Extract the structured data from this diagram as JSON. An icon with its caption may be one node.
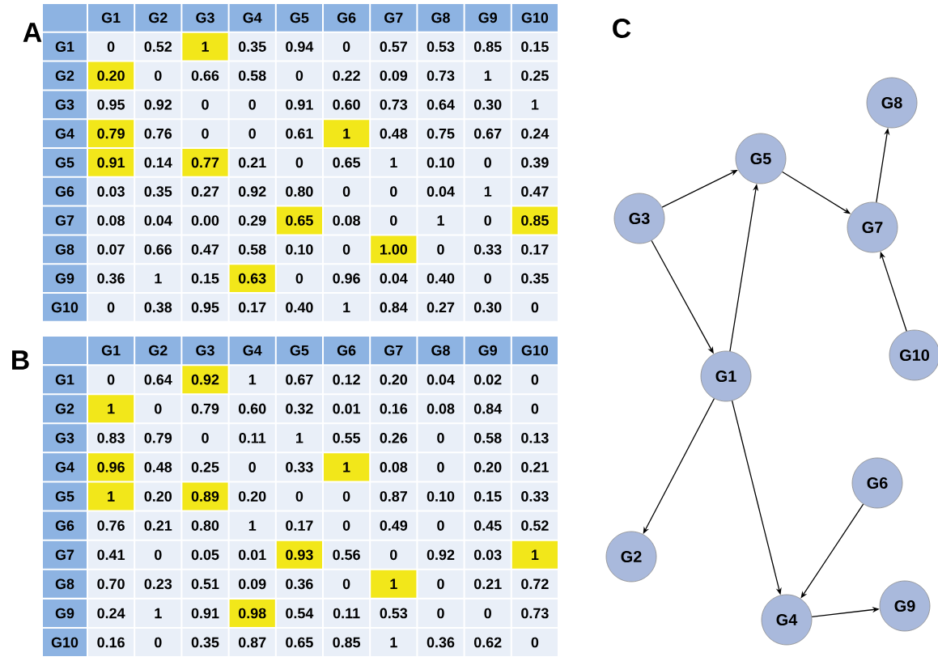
{
  "diagram": {
    "nodes": [
      {
        "text": [
          "G8"
        ]
      },
      {
        "text": [
          "G5"
        ]
      },
      {
        "text": [
          "G3"
        ]
      },
      {
        "text": [
          "G7"
        ]
      },
      {
        "text": [
          "G10"
        ]
      },
      {
        "text": [
          "G1"
        ]
      },
      {
        "text": [
          "G6"
        ]
      },
      {
        "text": [
          "G2"
        ]
      },
      {
        "text": [
          "G9"
        ]
      },
      {
        "text": [
          "G4"
        ]
      }
    ],
    "edges": [
      {
        "from": 2,
        "to": 1,
        "arrow": "to"
      },
      {
        "from": 1,
        "to": 3,
        "arrow": "to"
      },
      {
        "from": 3,
        "to": 0,
        "arrow": "to"
      },
      {
        "from": 4,
        "to": 3,
        "arrow": "to"
      },
      {
        "from": 2,
        "to": 5,
        "arrow": "to"
      },
      {
        "from": 5,
        "to": 1,
        "arrow": "to"
      },
      {
        "from": 5,
        "to": 7,
        "arrow": "to"
      },
      {
        "from": 5,
        "to": 9,
        "arrow": "to"
      },
      {
        "from": 6,
        "to": 9,
        "arrow": "to"
      },
      {
        "from": 9,
        "to": 8,
        "arrow": "to"
      }
    ],
    "labels": [
      "A",
      "G1",
      "G2",
      "G3",
      "G4",
      "G5",
      "G6",
      "G7",
      "G8",
      "G9",
      "G10",
      "G1",
      "0",
      "0.52",
      "1",
      "0.35",
      "0.94",
      "0",
      "0.57",
      "0.53",
      "0.85",
      "0.15",
      "G2",
      "0.20",
      "0",
      "0.66",
      "0.58",
      "0",
      "0.22",
      "0.09",
      "0.73",
      "1",
      "0.25",
      "G3",
      "0.95",
      "0.92",
      "0",
      "0",
      "0.91",
      "0.60",
      "0.73",
      "0.64",
      "0.30",
      "1",
      "G4",
      "0.79",
      "0.76",
      "0",
      "0",
      "0.61",
      "1",
      "0.48",
      "0.75",
      "0.67",
      "0.24",
      "G5",
      "0.91",
      "0.14",
      "0.77",
      "0.21",
      "0",
      "0.65",
      "1",
      "0.10",
      "0",
      "0.39",
      "G6",
      "0.03",
      "0.35",
      "0.27",
      "0.92",
      "0.80",
      "0",
      "0",
      "0.04",
      "1",
      "0.47",
      "G7",
      "0.08",
      "0.04",
      "0.00",
      "0.29",
      "0.65",
      "0.08",
      "0",
      "1",
      "0",
      "0.85",
      "G8",
      "0.07",
      "0.66",
      "0.47",
      "0.58",
      "0.10",
      "0",
      "1.00",
      "0",
      "0.33",
      "0.17",
      "G9",
      "0.36",
      "1",
      "0.15",
      "0.63",
      "0",
      "0.96",
      "0.04",
      "0.40",
      "0",
      "0.35",
      "G10",
      "0",
      "0.38",
      "0.95",
      "0.17",
      "0.40",
      "1",
      "0.84",
      "0.27",
      "0.30",
      "0",
      "B",
      "G1",
      "G2",
      "G3",
      "G4",
      "G5",
      "G6",
      "G7",
      "G8",
      "G9",
      "G10",
      "G1",
      "0",
      "0.64",
      "0.92",
      "1",
      "0.67",
      "0.12",
      "0.20",
      "0.04",
      "0.02",
      "0",
      "G2",
      "1",
      "0",
      "0.79",
      "0.60",
      "0.32",
      "0.01",
      "0.16",
      "0.08",
      "0.84",
      "0",
      "G3",
      "0.83",
      "0.79",
      "0",
      "0.11",
      "1",
      "0.55",
      "0.26",
      "0",
      "0.58",
      "0.13",
      "G4",
      "0.96",
      "0.48",
      "0.25",
      "0",
      "0.33",
      "1",
      "0.08",
      "0",
      "0.20",
      "0.21",
      "G5",
      "1",
      "0.20",
      "0.89",
      "0.20",
      "0",
      "0",
      "0.87",
      "0.10",
      "0.15",
      "0.33",
      "G6",
      "0.76",
      "0.21",
      "0.80",
      "1",
      "0.17",
      "0",
      "0.49",
      "0",
      "0.45",
      "0.52",
      "G7",
      "0.41",
      "0",
      "0.05",
      "0.01",
      "0.93",
      "0.56",
      "0",
      "0.92",
      "0.03",
      "1",
      "G8",
      "0.70",
      "0.23",
      "0.51",
      "0.09",
      "0.36",
      "0",
      "1",
      "0",
      "0.21",
      "0.72",
      "G9",
      "0.24",
      "1",
      "0.91",
      "0.98",
      "0.54",
      "0.11",
      "0.53",
      "0",
      "0",
      "0.73",
      "G10",
      "0.16",
      "0",
      "0.35",
      "0.87",
      "0.65",
      "0.85",
      "1",
      "0.36",
      "0.62",
      "0",
      "C"
    ]
  }
}
